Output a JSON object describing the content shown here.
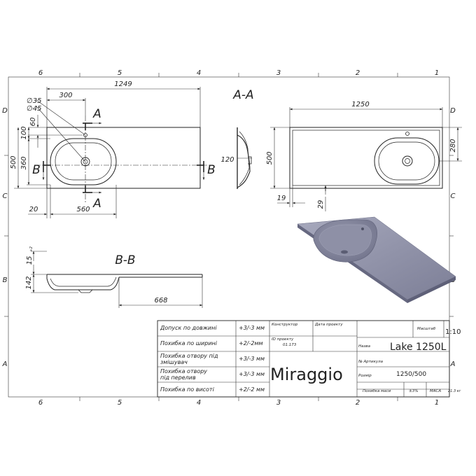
{
  "frame": {
    "columns": [
      "6",
      "5",
      "4",
      "3",
      "2",
      "1"
    ],
    "rows": [
      "D",
      "C",
      "B",
      "A"
    ]
  },
  "dimensions": {
    "top_length": "1249",
    "right_length": "1250",
    "offset_300": "300",
    "dia_35": "∅35",
    "dia_45": "∅45",
    "d60": "60",
    "d100": "100",
    "d500_left": "500",
    "d360": "360",
    "d120": "120",
    "d20": "20",
    "d560": "560",
    "d500_right": "500",
    "d280": "280",
    "d19": "19",
    "d29": "29",
    "d15": "15",
    "d15_tol": "+2",
    "d142": "142",
    "d668": "668"
  },
  "sections": {
    "aa": "A-A",
    "bb": "B-B",
    "a": "A",
    "b": "B"
  },
  "title_block": {
    "rows": [
      {
        "label": "Допуск по довжині",
        "value": "+3/-3 мм"
      },
      {
        "label": "Похибка по ширині",
        "value": "+2/-2мм"
      },
      {
        "label": "Похибка отвору під змішувач",
        "value": "+3/-3 мм"
      },
      {
        "label": "Похибка отвору під перелив",
        "value": "+3/-3 мм"
      },
      {
        "label": "Похибка по висоті",
        "value": "+2/-2 мм"
      }
    ],
    "constructor_label": "Конструктор",
    "date_label": "Дата проекту",
    "project_id_label": "ID проекту",
    "project_id": "01.173",
    "scale_label": "Масштаб",
    "scale": "1:10",
    "name_label": "Назва",
    "name": "Lake 1250L",
    "article_label": "№ Артикула",
    "size_label": "Розмір",
    "size": "1250/500",
    "brand": "Miraggio",
    "mass_error_label": "Похибка маси",
    "mass_error": "±3%",
    "mass_label": "МАСА",
    "mass": "21.3 кг"
  },
  "colors": {
    "line": "#222222",
    "basin_fill": "#8d8fa6",
    "basin_dark": "#74768e",
    "basin_light": "#b4b6c8"
  }
}
